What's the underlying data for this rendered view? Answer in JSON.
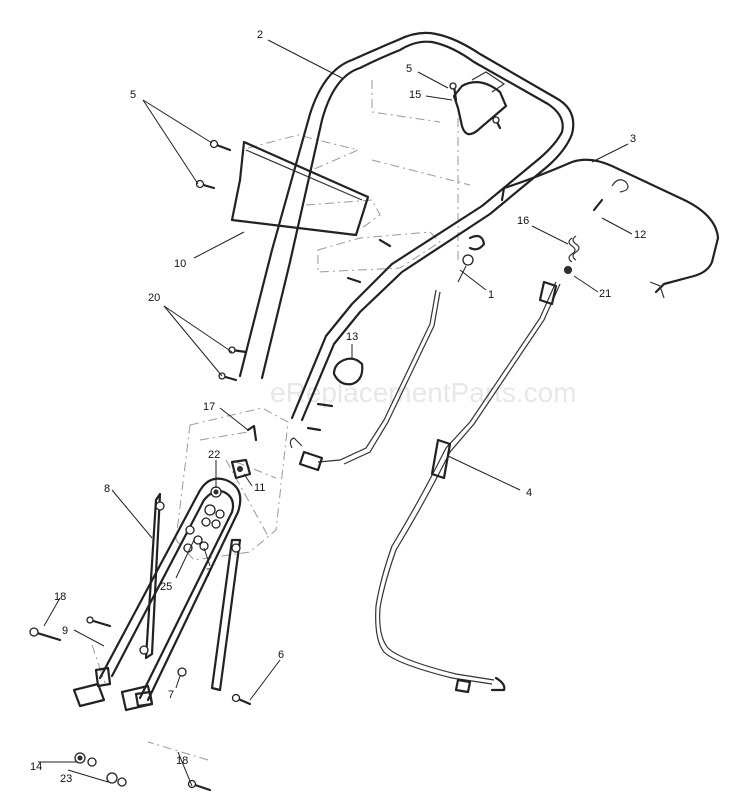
{
  "watermark": "eReplacementParts.com",
  "callouts": [
    {
      "id": "c2a",
      "text": "2"
    },
    {
      "id": "c5a",
      "text": "5"
    },
    {
      "id": "c15",
      "text": "15"
    },
    {
      "id": "c5b",
      "text": "5"
    },
    {
      "id": "c3",
      "text": "3"
    },
    {
      "id": "c16",
      "text": "16"
    },
    {
      "id": "c12",
      "text": "12"
    },
    {
      "id": "c10",
      "text": "10"
    },
    {
      "id": "c1",
      "text": "1"
    },
    {
      "id": "c21",
      "text": "21"
    },
    {
      "id": "c20",
      "text": "20"
    },
    {
      "id": "c13",
      "text": "13"
    },
    {
      "id": "c17",
      "text": "17"
    },
    {
      "id": "c22",
      "text": "22"
    },
    {
      "id": "c11",
      "text": "11"
    },
    {
      "id": "c8",
      "text": "8"
    },
    {
      "id": "c4",
      "text": "4"
    },
    {
      "id": "c25",
      "text": "25"
    },
    {
      "id": "c7a",
      "text": "7"
    },
    {
      "id": "c18a",
      "text": "18"
    },
    {
      "id": "c9",
      "text": "9"
    },
    {
      "id": "c6",
      "text": "6"
    },
    {
      "id": "c7b",
      "text": "7"
    },
    {
      "id": "c14",
      "text": "14"
    },
    {
      "id": "c23",
      "text": "23"
    },
    {
      "id": "c18b",
      "text": "18"
    }
  ]
}
